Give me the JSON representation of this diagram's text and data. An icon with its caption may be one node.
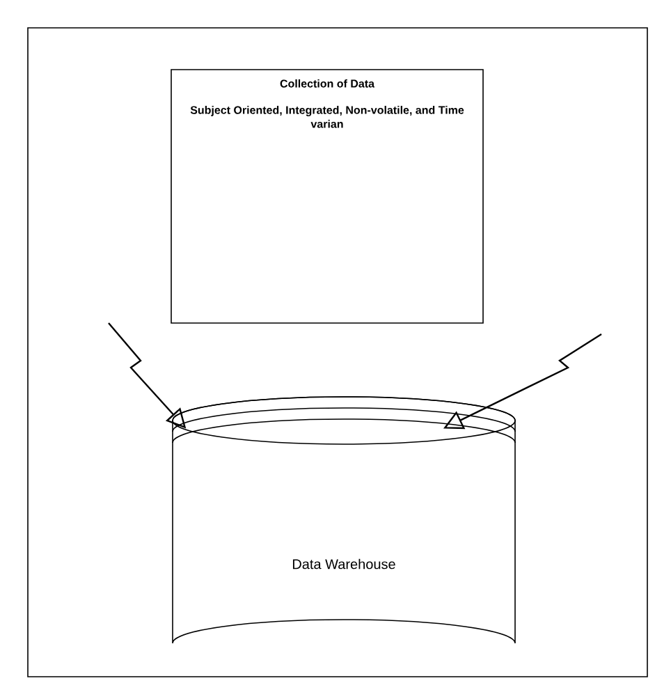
{
  "diagram": {
    "nodes": [
      {
        "text": [
          "Collection of Data",
          "Subject Oriented, Integrated, Non-volatile, and Time varian"
        ]
      },
      {
        "text": [
          "Data Warehouse"
        ]
      }
    ],
    "edges": [
      {
        "from": null,
        "to": 1,
        "arrow": "to"
      },
      {
        "from": null,
        "to": 1,
        "arrow": "to"
      }
    ]
  }
}
